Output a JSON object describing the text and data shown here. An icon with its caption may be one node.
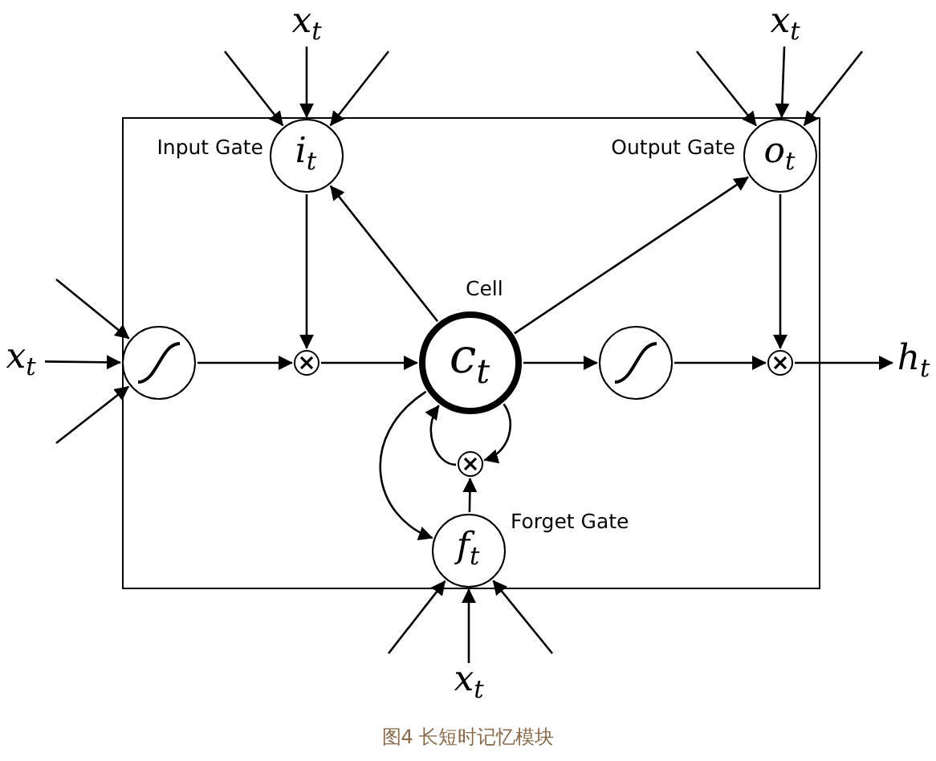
{
  "diagram": {
    "caption": "图4 长短时记忆模块",
    "nodes": [
      {
        "text": [],
        "shape": "box"
      },
      {
        "text": [
          "x$_{t}$"
        ]
      },
      {
        "text": [
          "x$_{t}$"
        ]
      },
      {
        "text": [
          "i$_{t}$"
        ],
        "beside": [
          "Input Gate"
        ],
        "in": 0
      },
      {
        "text": [
          "o$_{t}$"
        ],
        "beside": [
          "Output Gate"
        ],
        "in": 0
      },
      {
        "text": [
          "x$_{t}$"
        ]
      },
      {
        "text": [],
        "shape": "circle",
        "in": 0
      },
      {
        "text": [],
        "shape": "circle",
        "in": 0
      },
      {
        "text": [
          "c$_{t}$"
        ],
        "beside": [
          "Cell"
        ],
        "in": 0
      },
      {
        "text": [],
        "shape": "circle",
        "in": 0
      },
      {
        "text": [],
        "shape": "circle",
        "in": 0
      },
      {
        "text": [
          "h$_{t}$"
        ]
      },
      {
        "text": [],
        "shape": "circle",
        "in": 0
      },
      {
        "text": [
          "f$_{t}$"
        ],
        "beside": [
          "Forget Gate"
        ],
        "in": 0
      },
      {
        "text": [
          "x$_{t}$"
        ]
      }
    ],
    "edges": [
      {
        "from": 1,
        "to": 3,
        "arrow": "to"
      },
      {
        "from": null,
        "to": 3,
        "arrow": "to"
      },
      {
        "from": null,
        "to": 3,
        "arrow": "to"
      },
      {
        "from": 2,
        "to": 4,
        "arrow": "to"
      },
      {
        "from": null,
        "to": 4,
        "arrow": "to"
      },
      {
        "from": null,
        "to": 4,
        "arrow": "to"
      },
      {
        "from": 5,
        "to": 6,
        "arrow": "to"
      },
      {
        "from": null,
        "to": 6,
        "arrow": "to"
      },
      {
        "from": null,
        "to": 6,
        "arrow": "to"
      },
      {
        "from": 14,
        "to": 13,
        "arrow": "to"
      },
      {
        "from": null,
        "to": 13,
        "arrow": "to"
      },
      {
        "from": null,
        "to": 13,
        "arrow": "to"
      },
      {
        "from": 6,
        "to": 7,
        "arrow": "to"
      },
      {
        "from": 3,
        "to": 7,
        "arrow": "to"
      },
      {
        "from": 7,
        "to": 8,
        "arrow": "to"
      },
      {
        "from": 8,
        "to": 3,
        "arrow": "to"
      },
      {
        "from": 8,
        "to": 4,
        "arrow": "to"
      },
      {
        "from": 8,
        "to": 9,
        "arrow": "to"
      },
      {
        "from": 9,
        "to": 10,
        "arrow": "to"
      },
      {
        "from": 4,
        "to": 10,
        "arrow": "to"
      },
      {
        "from": 10,
        "to": 11,
        "arrow": "to"
      },
      {
        "from": 8,
        "to": 13,
        "arrow": "to"
      },
      {
        "from": 13,
        "to": 12,
        "arrow": "to"
      },
      {
        "from": 12,
        "to": 8,
        "arrow": "to"
      },
      {
        "from": 8,
        "to": 12,
        "arrow": "to"
      }
    ]
  }
}
